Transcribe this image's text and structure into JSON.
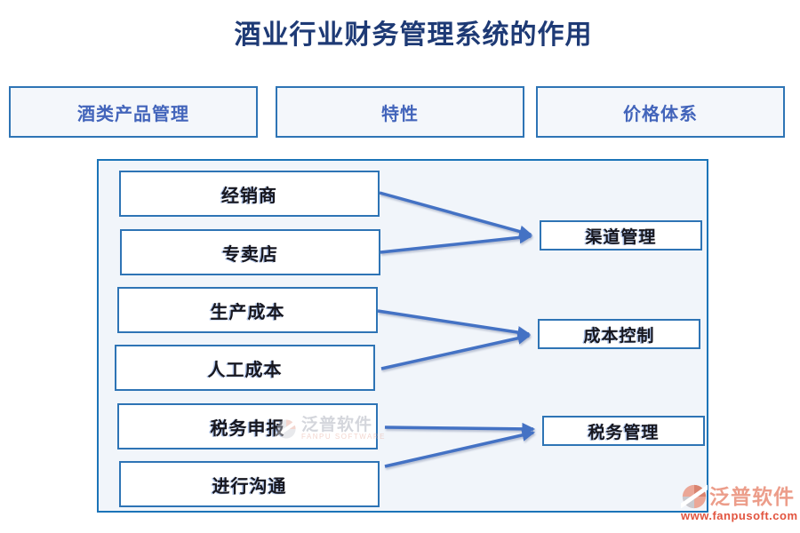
{
  "title": "酒业行业财务管理系统的作用",
  "header_boxes": [
    {
      "label": "酒类产品管理"
    },
    {
      "label": "特性"
    },
    {
      "label": "价格体系"
    }
  ],
  "diagram": {
    "left_boxes": [
      "经销商",
      "专卖店",
      "生产成本",
      "人工成本",
      "税务申报",
      "进行沟通"
    ],
    "right_boxes": [
      "渠道管理",
      "成本控制",
      "税务管理"
    ],
    "connections": [
      {
        "from": "经销商",
        "to": "渠道管理"
      },
      {
        "from": "专卖店",
        "to": "渠道管理"
      },
      {
        "from": "生产成本",
        "to": "成本控制"
      },
      {
        "from": "人工成本",
        "to": "成本控制"
      },
      {
        "from": "税务申报",
        "to": "税务管理"
      },
      {
        "from": "进行沟通",
        "to": "税务管理"
      }
    ]
  },
  "watermark": {
    "name": "泛普软件",
    "subtitle": "FANPU SOFTWARE"
  },
  "brand": {
    "name": "泛普软件",
    "url": "www.fanpusoft.com"
  },
  "colors": {
    "arrow_blue": "#4472c4",
    "border_blue": "#2e74b5",
    "panel_border_blue": "#1b74b8",
    "panel_bg": "#f1f5fa",
    "header_box_bg": "#f4f7fb",
    "title_text": "#1e3a75",
    "header_text": "#4365bb",
    "node_text": "#17171f",
    "brand_salmon": "#ec9d8a",
    "brand_url_red": "#e2543f"
  }
}
